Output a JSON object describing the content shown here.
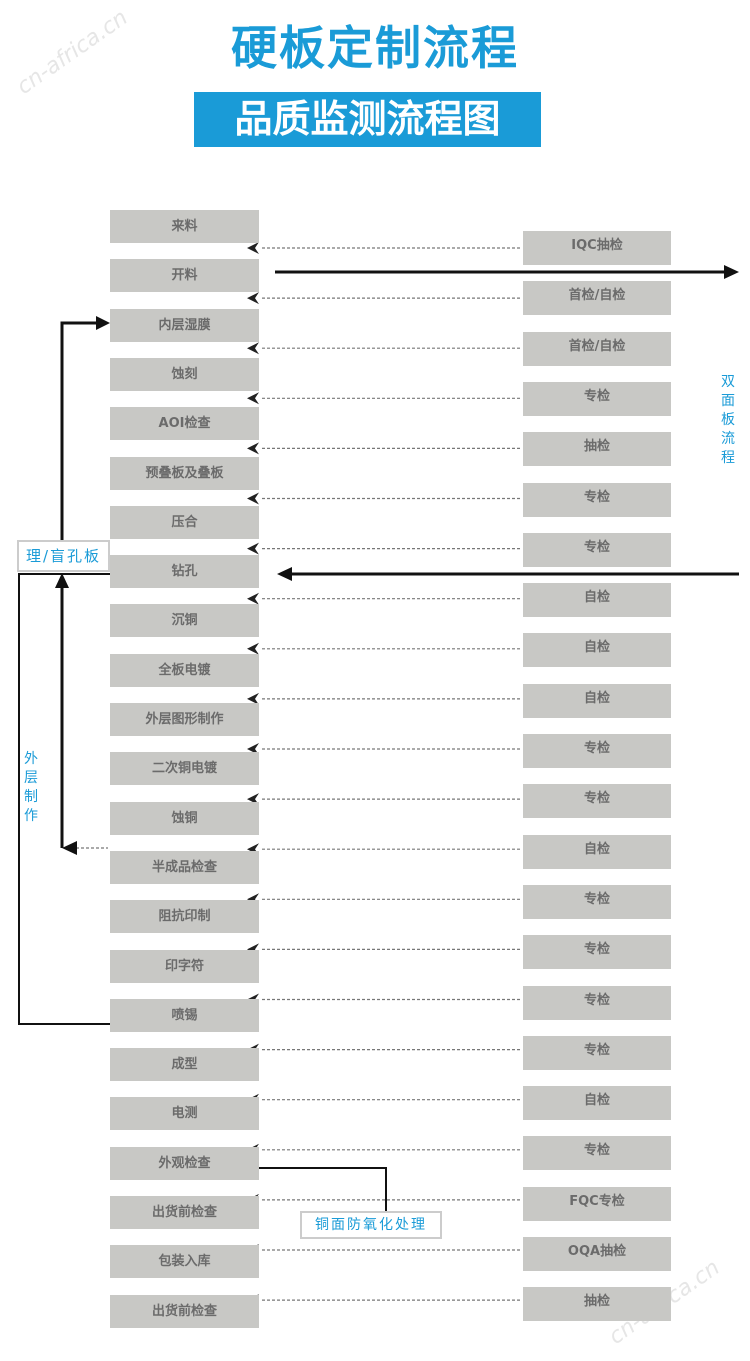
{
  "header": {
    "title": "硬板定制流程",
    "subtitle": "品质监测流程图"
  },
  "watermark": "cn-africa.cn",
  "process_steps": [
    "来料",
    "开料",
    "内层湿膜",
    "蚀刻",
    "AOI检查",
    "预叠板及叠板",
    "压合",
    "钻孔",
    "沉铜",
    "全板电镀",
    "外层图形制作",
    "二次铜电镀",
    "蚀铜",
    "半成品检查",
    "阻抗印制",
    "印字符",
    "喷锡",
    "成型",
    "电测",
    "外观检查",
    "出货前检查",
    "包装入库",
    "出货前检查"
  ],
  "inspections": [
    "IQC抽检",
    "首检/自检",
    "首检/自检",
    "专检",
    "抽检",
    "专检",
    "专检",
    "自检",
    "自检",
    "自检",
    "专检",
    "专检",
    "自检",
    "专检",
    "专检",
    "专检",
    "专检",
    "自检",
    "专检",
    "FQC专检",
    "OQA抽检",
    "抽检"
  ],
  "notes": {
    "blind_hole": "理/盲孔板",
    "double_sided": "双面板流程",
    "outer_layer": "外层制作",
    "anti_oxidation": "铜面防氧化处理"
  },
  "colors": {
    "accent": "#1a9bd7",
    "box": "#c8c8c5",
    "box_text": "#6b6b6b"
  }
}
